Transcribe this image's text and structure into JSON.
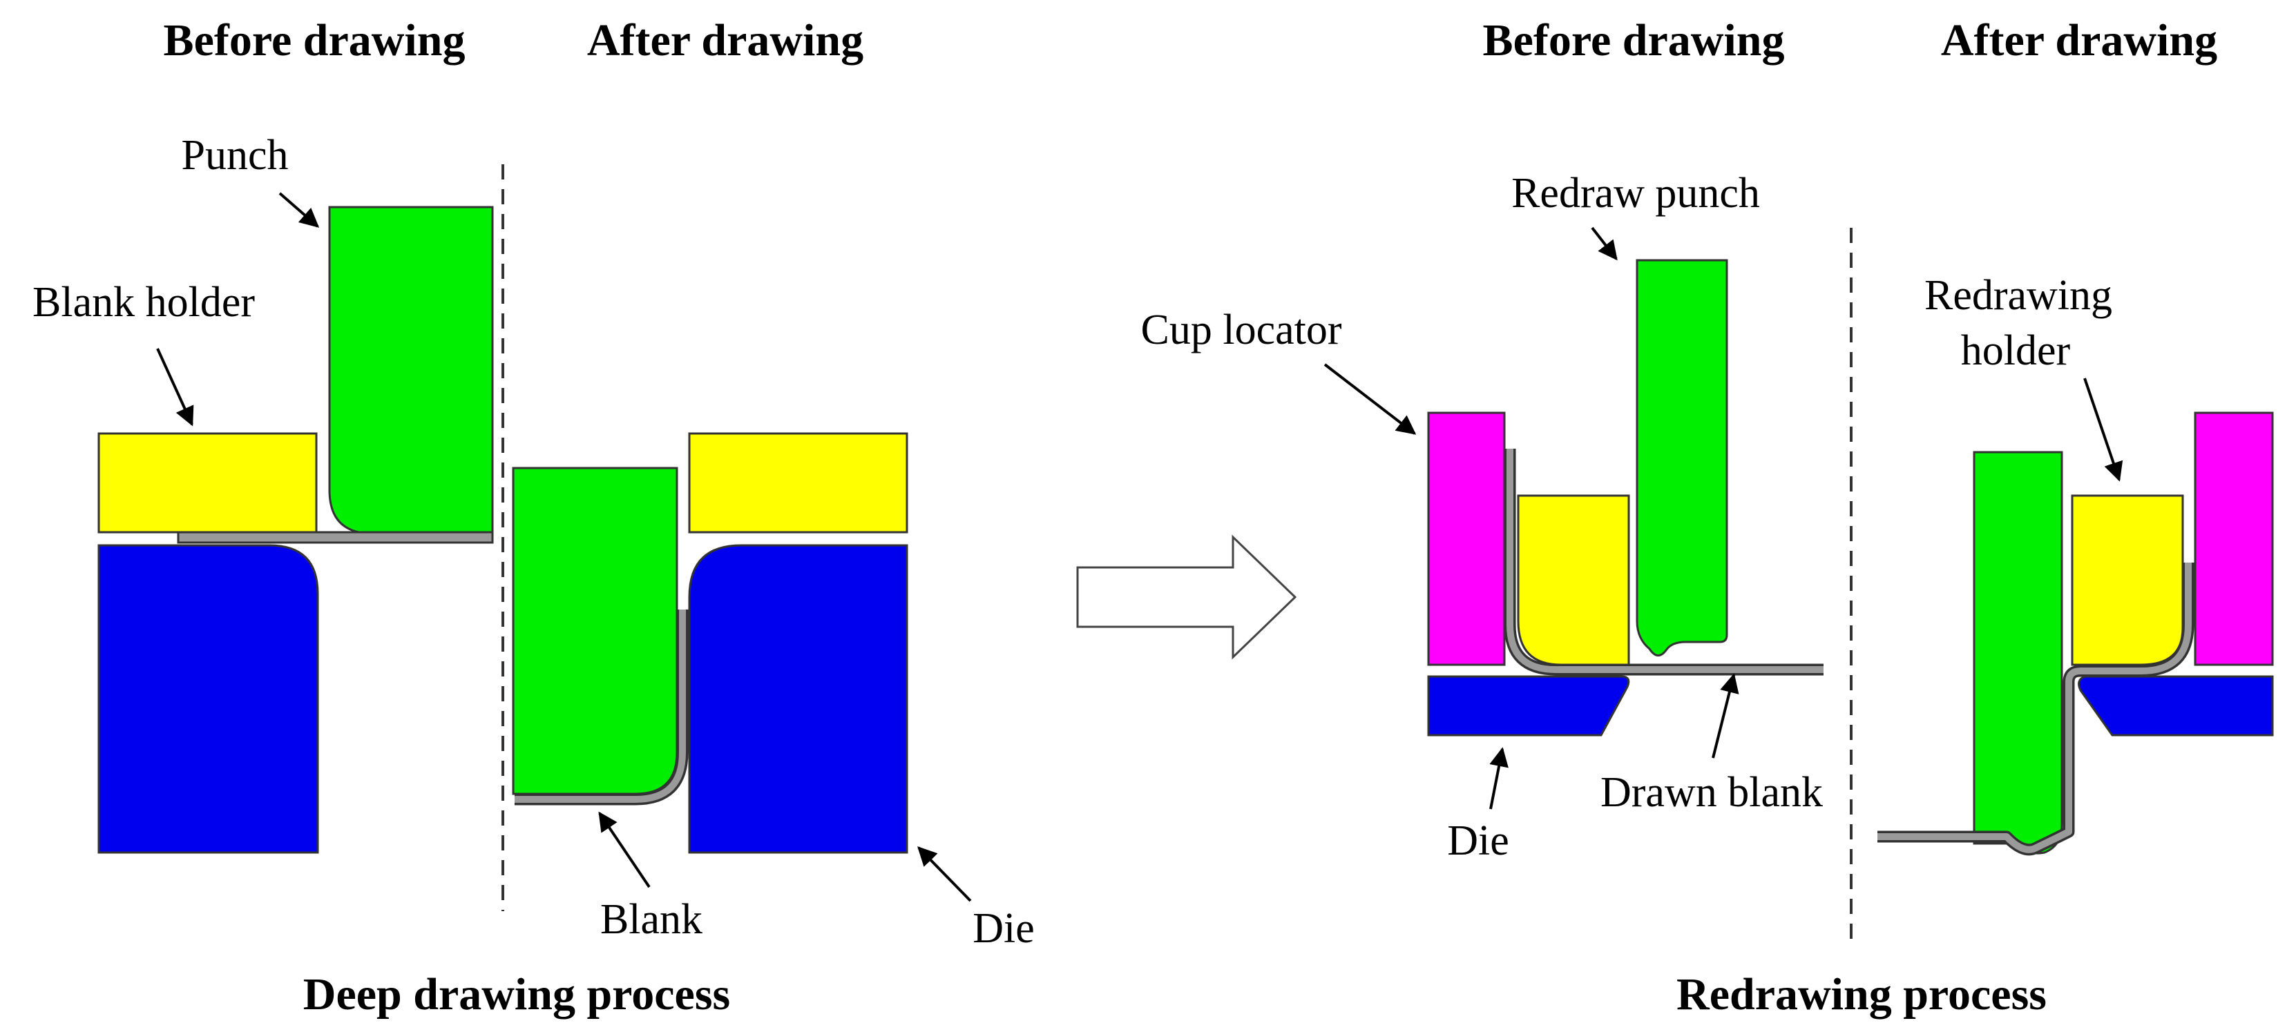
{
  "colors": {
    "punch": "#00ee00",
    "holder": "#ffff00",
    "die": "#0000ee",
    "locator": "#ff00ff",
    "blank": "#9a9a9a",
    "outline": "#333333"
  },
  "deep_drawing": {
    "heading_before": "Before drawing",
    "heading_after": "After drawing",
    "caption": "Deep drawing process",
    "labels": {
      "punch": "Punch",
      "blank_holder": "Blank holder",
      "blank": "Blank",
      "die": "Die"
    }
  },
  "redrawing": {
    "heading_before": "Before drawing",
    "heading_after": "After drawing",
    "caption": "Redrawing process",
    "labels": {
      "redraw_punch": "Redraw punch",
      "cup_locator": "Cup locator",
      "redrawing_holder_line1": "Redrawing",
      "redrawing_holder_line2": "holder",
      "drawn_blank": "Drawn blank",
      "die": "Die"
    }
  }
}
